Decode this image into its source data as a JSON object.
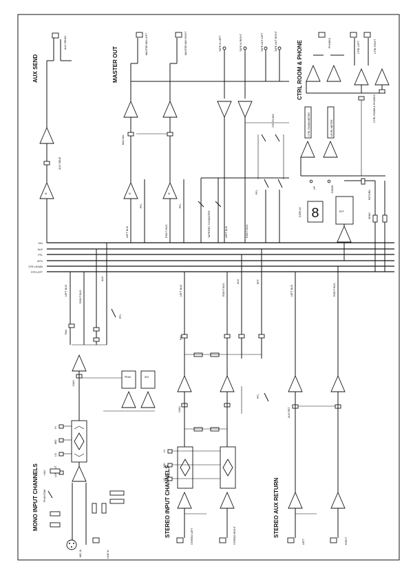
{
  "sections": {
    "aux_send": "AUX SEND",
    "master_out": "MASTER OUT",
    "ctrl_room_phone": "CTRL ROOM & PHONE",
    "mono_input": "MONO INPUT CHANNELS",
    "stereo_input": "STEREO INPUT CHANNELS",
    "stereo_aux_return": "STEREO AUX RETURN"
  },
  "labels": {
    "aux_send1": "AUX SEND1",
    "aux_send": "AUX SEND",
    "master_mix_left": "MASTER MIX LEFT",
    "master_mix_right": "MASTER MIX RIGHT",
    "main_mix": "Main Mix",
    "tape_in_left": "TAPE IN LEFT",
    "tape_in_right": "TAPE IN RIGHT",
    "tape_out_left": "TAPE OUT LEFT",
    "tape_out_right": "TAPE OUT RIGHT",
    "phones": "PHONES",
    "ctrl_left": "CTRL LEFT",
    "ctrl_right": "CTRL RIGHT",
    "ctrl_room_phones": "CTRL ROOM & PHONES",
    "ctrl_room_meter_l": "CTRL ROOM METER",
    "ctrl_room_meter_r": "LEVEL METER",
    "two_trk_to_mix": "2TK TO MIX",
    "tape_rec_to_master": "TAPE/REC TO MASTER",
    "pfl": "PFL",
    "left_bus": "LEFT BUS",
    "right_bus": "RIGHT BUS",
    "aux": "AUX",
    "eff": "EFF",
    "display": "DISPLAY",
    "up": "UP",
    "down": "DOWN",
    "send": "SEND",
    "return": "RETURN",
    "pan": "PAN",
    "peak": "PEAK",
    "sig": "SIG",
    "gain": "GAIN",
    "hi": "HI",
    "mid": "MID",
    "lo": "LO",
    "low_cut": "LOW CUT",
    "phantom": "+48V",
    "phantom_sw": "PHANTOM",
    "mic_in": "MIC IN",
    "line_in": "LINE IN",
    "stereo_left": "STEREO LEFT",
    "stereo_right": "STEREO RIGHT",
    "aux_ret": "AUX RET",
    "left": "LEFT",
    "right": "RIGHT",
    "m": "M"
  },
  "buses": [
    "TAX",
    "AUX",
    "PFL",
    "MTX",
    "STR LHGAN",
    "STR LEFT"
  ],
  "colors": {
    "ink": "#111111",
    "paper": "#ffffff"
  }
}
